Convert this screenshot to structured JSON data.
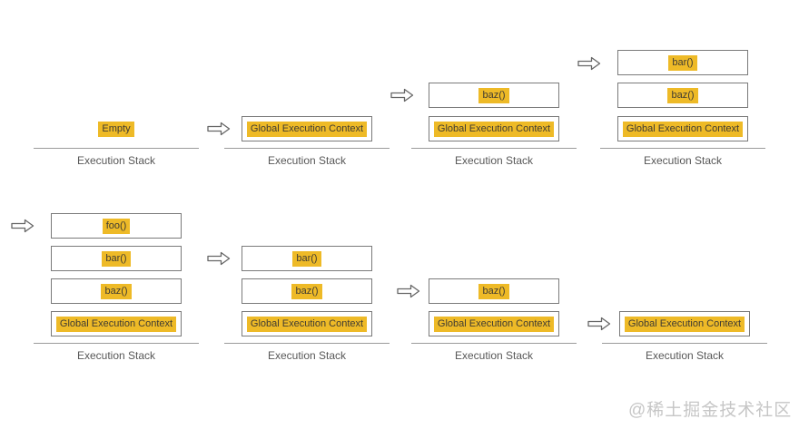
{
  "colors": {
    "background": "#ffffff",
    "highlight": "#EEBA27",
    "box_border": "#7a7a7a",
    "box_text": "#3f3b33",
    "baseline": "#9b9b9b",
    "label_text": "#575757",
    "arrow_border": "#666666",
    "watermark": "#c6c6c6"
  },
  "diagram": {
    "stages": [
      {
        "label": "Execution Stack",
        "items": [
          {
            "text": "Empty"
          }
        ]
      },
      {
        "label": "Execution Stack",
        "items": [
          {
            "text": "Global Execution Context"
          }
        ]
      },
      {
        "label": "Execution Stack",
        "items": [
          {
            "text": "baz()"
          },
          {
            "text": "Global Execution Context"
          }
        ]
      },
      {
        "label": "Execution Stack",
        "items": [
          {
            "text": "bar()"
          },
          {
            "text": "baz()"
          },
          {
            "text": "Global Execution Context"
          }
        ]
      },
      {
        "label": "Execution Stack",
        "items": [
          {
            "text": "foo()"
          },
          {
            "text": "bar()"
          },
          {
            "text": "baz()"
          },
          {
            "text": "Global Execution Context"
          }
        ]
      },
      {
        "label": "Execution Stack",
        "items": [
          {
            "text": "bar()"
          },
          {
            "text": "baz()"
          },
          {
            "text": "Global Execution Context"
          }
        ]
      },
      {
        "label": "Execution Stack",
        "items": [
          {
            "text": "baz()"
          },
          {
            "text": "Global Execution Context"
          }
        ]
      },
      {
        "label": "Execution Stack",
        "items": [
          {
            "text": "Global Execution Context"
          }
        ]
      }
    ]
  },
  "watermark": {
    "text": "@稀土掘金技术社区"
  }
}
